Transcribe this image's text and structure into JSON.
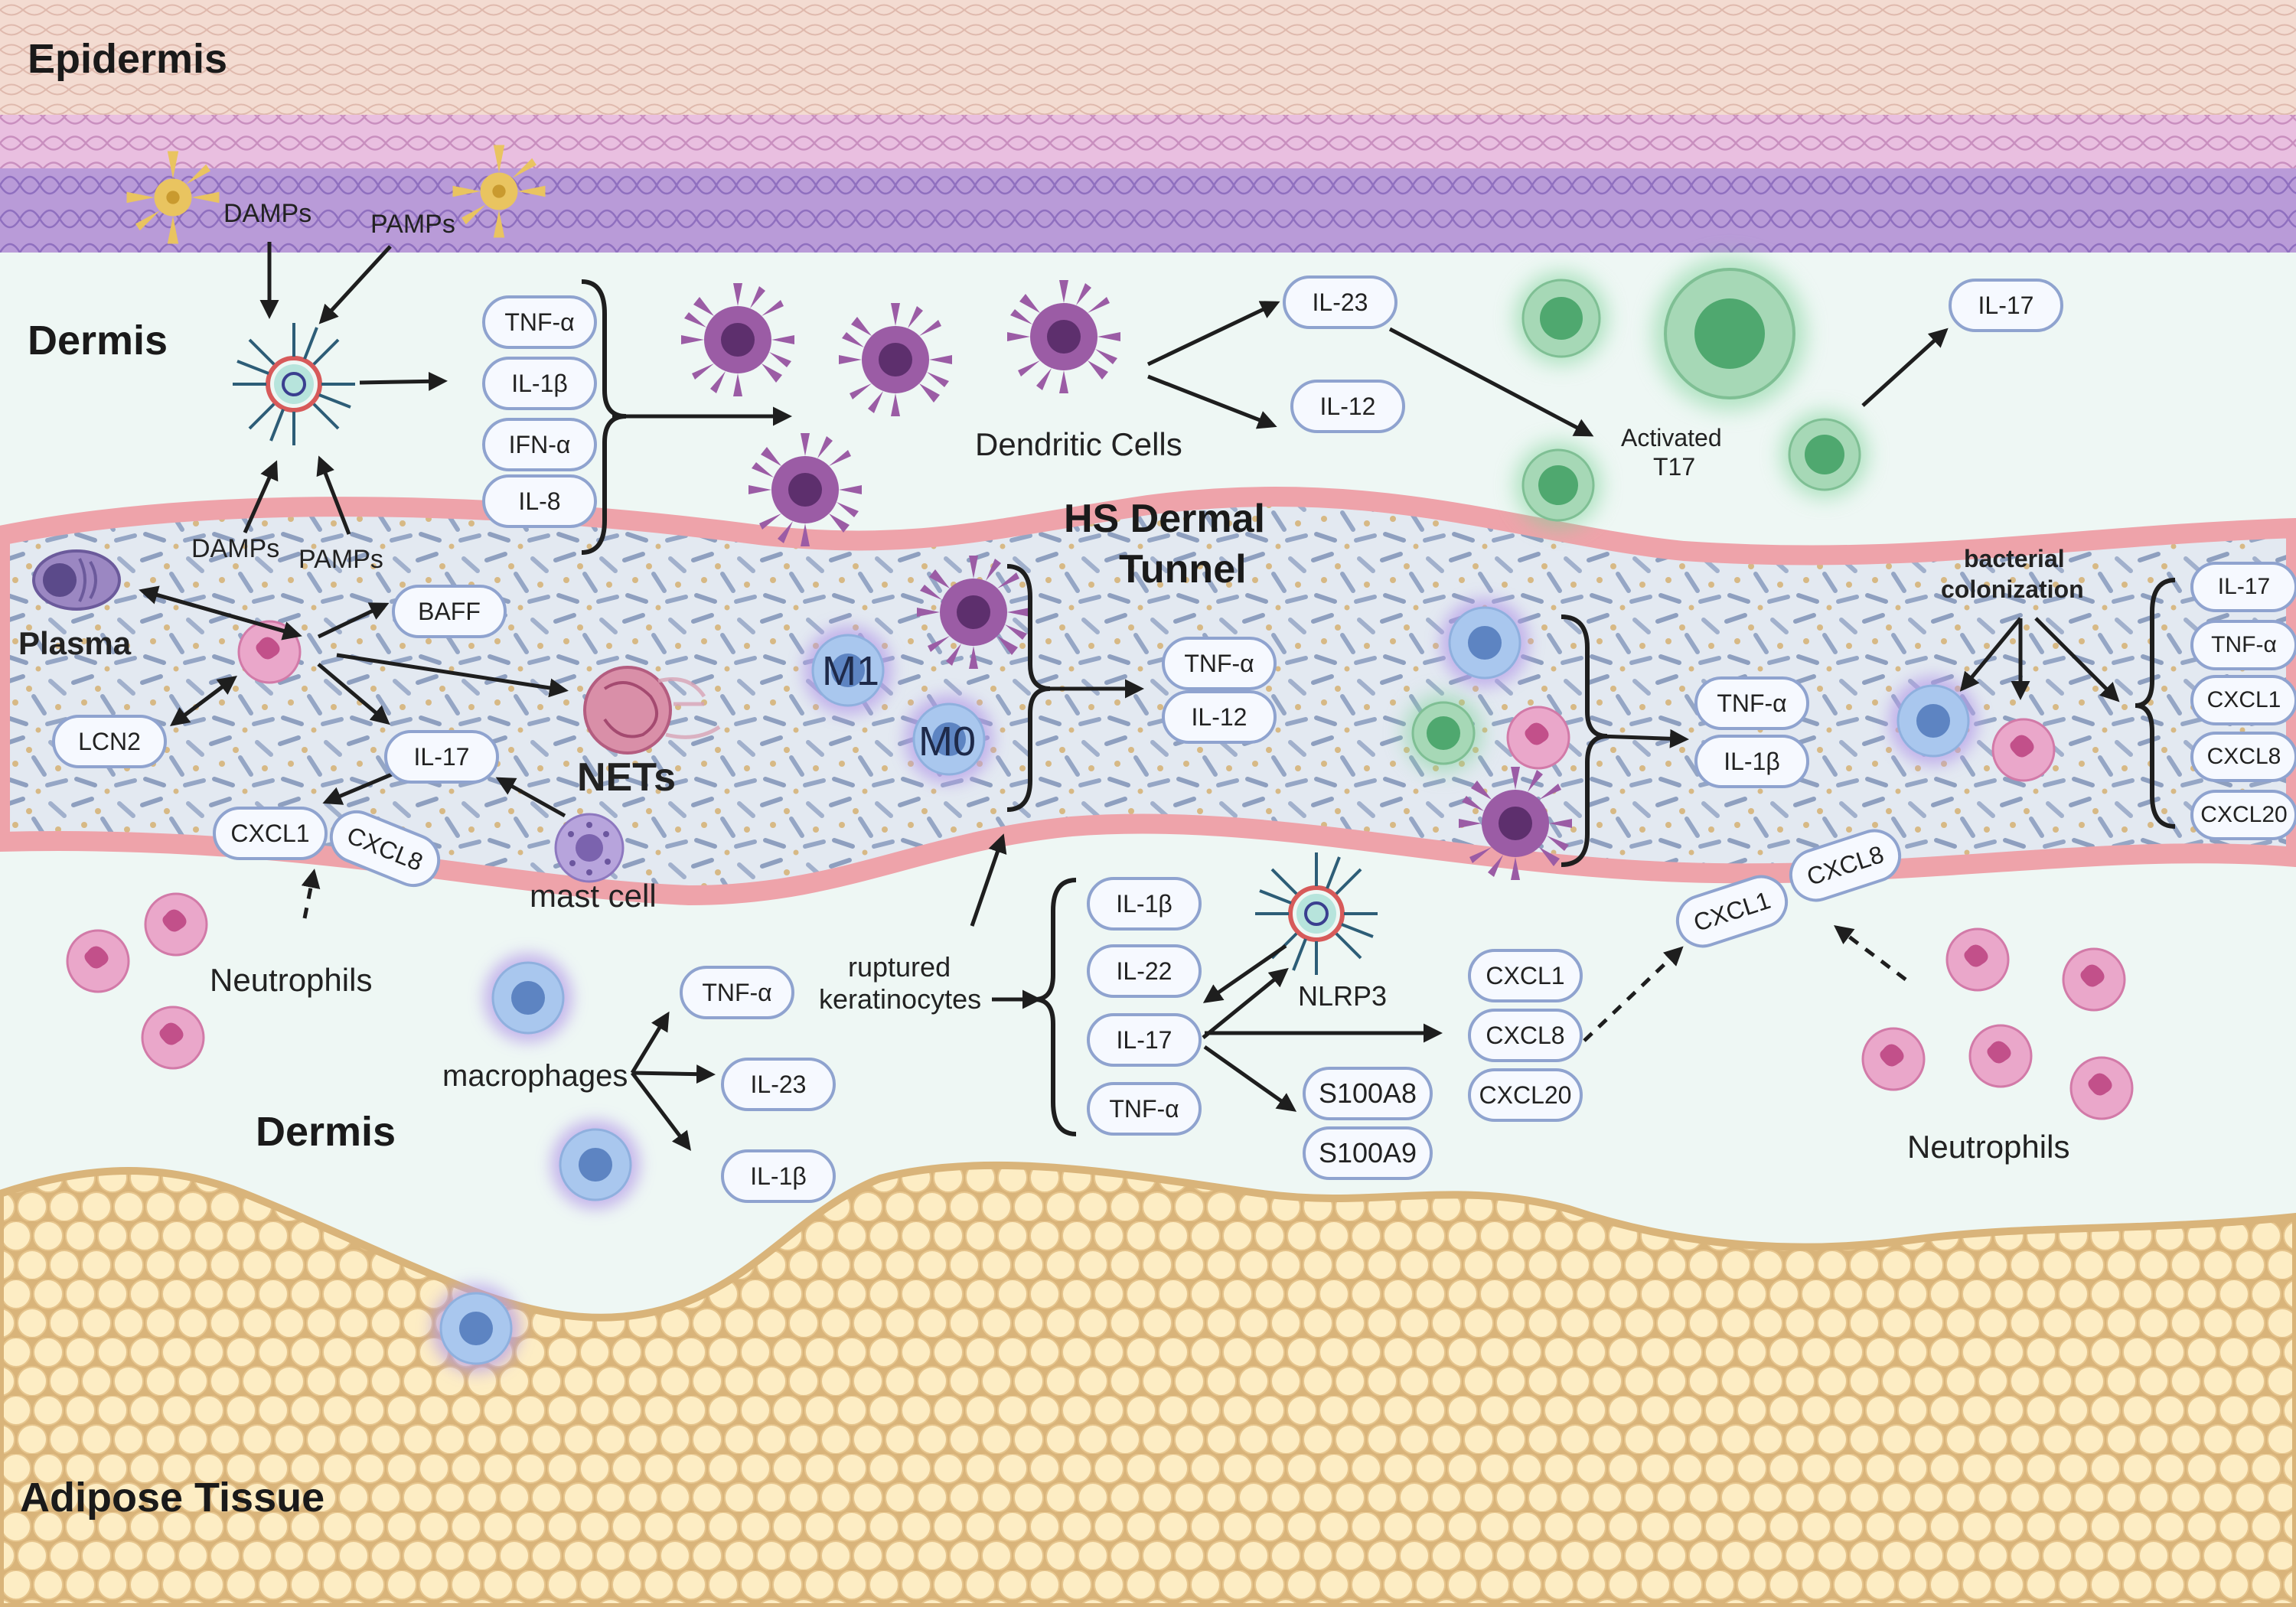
{
  "regions": {
    "epidermis": "Epidermis",
    "dermis_top": "Dermis",
    "dermis_bottom": "Dermis",
    "adipose": "Adipose Tissue",
    "tunnel_line1": "HS Dermal",
    "tunnel_line2": "Tunnel"
  },
  "labels": {
    "damps_top": "DAMPs",
    "pamps_top": "PAMPs",
    "damps_mid": "DAMPs",
    "pamps_mid": "PAMPs",
    "dendritic_cells": "Dendritic Cells",
    "activated_line1": "Activated",
    "activated_line2": "T17",
    "plasma": "Plasma",
    "nets": "NETs",
    "mast_cell": "mast cell",
    "neutrophils_left": "Neutrophils",
    "neutrophils_right": "Neutrophils",
    "macrophages": "macrophages",
    "m1": "M1",
    "m0": "M0",
    "ruptured_line1": "ruptured",
    "ruptured_line2": "keratinocytes",
    "nlrp3": "NLRP3",
    "bacterial_line1": "bacterial",
    "bacterial_line2": "colonization"
  },
  "cytokines": {
    "inflam_group": [
      "TNF-α",
      "IL-1β",
      "IFN-α",
      "IL-8"
    ],
    "il23_top": "IL-23",
    "il12_top": "IL-12",
    "il17_top": "IL-17",
    "baff": "BAFF",
    "lcn2": "LCN2",
    "il17_left": "IL-17",
    "cxcl1_left": "CXCL1",
    "cxcl8_left": "CXCL8",
    "tunnel_mid": [
      "TNF-α",
      "IL-12"
    ],
    "tunnel_right": [
      "TNF-α",
      "IL-1β"
    ],
    "bacterial_group": [
      "IL-17",
      "TNF-α",
      "CXCL1",
      "CXCL8",
      "CXCL20"
    ],
    "macrophage_out": [
      "TNF-α",
      "IL-23",
      "IL-1β"
    ],
    "kerat_group": [
      "IL-1β",
      "IL-22",
      "IL-17",
      "TNF-α"
    ],
    "s100": [
      "S100A8",
      "S100A9"
    ],
    "cxcl_group": [
      "CXCL1",
      "CXCL8",
      "CXCL20"
    ],
    "cxcl1_right": "CXCL1",
    "cxcl8_right": "CXCL8"
  },
  "colors": {
    "background": "#eef7f4",
    "epidermis_top": "#f3d9cf",
    "epidermis_pink": "#e6b6dc",
    "epidermis_purple": "#b697d6",
    "tunnel_fill": "#dfe6f0",
    "tunnel_border": "#eea3aa",
    "adipose_fill": "#fbe8b8",
    "adipose_edge": "#d8b377",
    "dendritic": "#9b5ca5",
    "t17": "#4fa86f",
    "neutrophil": "#e8a3c8",
    "macrophage": "#a9c6ec",
    "pill_border": "#8fa3cf"
  }
}
